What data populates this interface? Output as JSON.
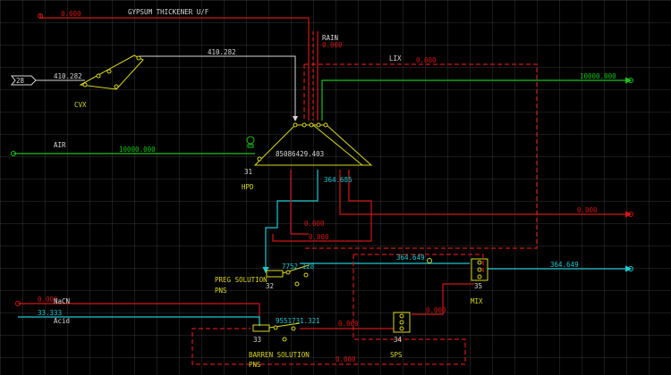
{
  "title": "GYPSUM THICKENER U/F",
  "colors": {
    "red": "#d01818",
    "green": "#19c219",
    "cyan": "#20c8d0",
    "white": "#d8d8d8",
    "yellow": "#d8d820",
    "grid": "#1e1e1e"
  },
  "labels": {
    "rain": "RAIN",
    "lix": "LIX",
    "air": "AIR",
    "nacn": "NaCN",
    "acid": "Acid",
    "preg_solution": "PREG SOLUTION",
    "pns_preg": "PNS",
    "barren_solution": "BARREN SOLUTION",
    "pns_barren": "PNS",
    "cvx": "CVX",
    "hpd": "HPD",
    "mix": "MIX",
    "sps": "SPS"
  },
  "nodes": {
    "feed": "28",
    "hpd": "31",
    "preg": "32",
    "barren": "33",
    "sps": "34",
    "mix": "35"
  },
  "values": {
    "gypsum_top": "0.000",
    "feed_in": "410.282",
    "conveyor_out": "410.282",
    "rain": "0.000",
    "lix_line": "0.000",
    "green_out": "10000.000",
    "air": "10000.000",
    "hpd_inventory": "85086429.403",
    "hpd_underflow": "364.685",
    "red_out_mid": "0.000",
    "red_loop_a": "0.000",
    "red_loop_b": "0.000",
    "preg_inventory": "7752.128",
    "preg_to_mix": "364.649",
    "mix_out": "364.649",
    "nacn": "0.000",
    "acid": "33.333",
    "barren_inventory": "9551731.321",
    "barren_to_sps": "0.000",
    "sps_out": "0.000",
    "bottom_loop": "0.000"
  }
}
